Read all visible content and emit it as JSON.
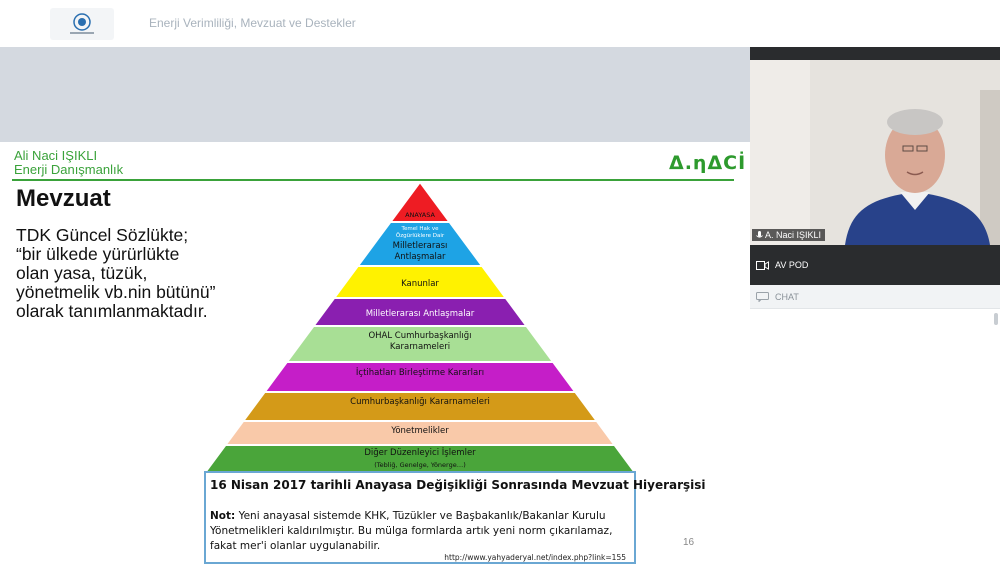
{
  "window": {
    "title": "Enerji Verimliliği, Mevzuat ve Destekler"
  },
  "slide": {
    "presenter_name": "Ali Naci IŞIKLI",
    "presenter_role": "Enerji Danışmanlık",
    "brand_logo": "Δ.ηΔCİ",
    "heading": "Mevzuat",
    "definition": "TDK Güncel Sözlükte; “bir ülkede yürürlükte olan yasa, tüzük, yönetmelik vb.nin bütünü” olarak tanımlanmaktadır.",
    "page_number": "16",
    "pyramid_levels": [
      {
        "label": "ANAYASA",
        "color": "#ee1c23"
      },
      {
        "label": "Temel Hak ve Özgürlüklere Dair Milletlerarası Antlaşmalar",
        "color": "#1ea3e5"
      },
      {
        "label": "Kanunlar",
        "color": "#fff200"
      },
      {
        "label": "Milletlerarası Antlaşmalar",
        "color": "#8a1fb0"
      },
      {
        "label": "OHAL Cumhurbaşkanlığı Kararnameleri",
        "color": "#a8df95"
      },
      {
        "label": "İçtihatları Birleştirme Kararları",
        "color": "#c51ec8"
      },
      {
        "label": "Cumhurbaşkanlığı Kararnameleri",
        "color": "#d49a18"
      },
      {
        "label": "Yönetmelikler",
        "color": "#f9c9a9"
      },
      {
        "label": "Diğer Düzenleyici İşlemler",
        "color": "#4aa53a"
      }
    ],
    "pyramid_sublabels": {
      "top_small_1": "Temel Hak ve",
      "top_small_2": "Özgürlüklere Dair",
      "milletlerarasi_1": "Milletlerarası",
      "milletlerarasi_2": "Antlaşmalar",
      "ohal_1": "OHAL Cumhurbaşkanlığı",
      "ohal_2": "Kararnameleri",
      "diger_sub": "(Tebliğ, Genelge, Yönerge…)"
    },
    "caption": {
      "title": "16 Nisan 2017 tarihli Anayasa Değişikliği Sonrasında Mevzuat Hiyerarşisi",
      "note_label": "Not:",
      "note_text": "Yeni anayasal sistemde KHK, Tüzükler ve Başbakanlık/Bakanlar Kurulu Yönetmelikleri kaldırılmıştır. Bu mülga formlarda artık yeni norm çıkarılamaz, fakat mer'i olanlar uygulanabilir.",
      "url": "http://www.yahyaderyal.net/index.php?link=155"
    }
  },
  "side_panel": {
    "participant_name": "A. Naci IŞIKLI",
    "av_pod_label": "AV POD",
    "chat_label": "CHAT"
  },
  "icons": {
    "mic": "mic-icon",
    "camera": "camera-icon",
    "chat": "chat-icon"
  }
}
